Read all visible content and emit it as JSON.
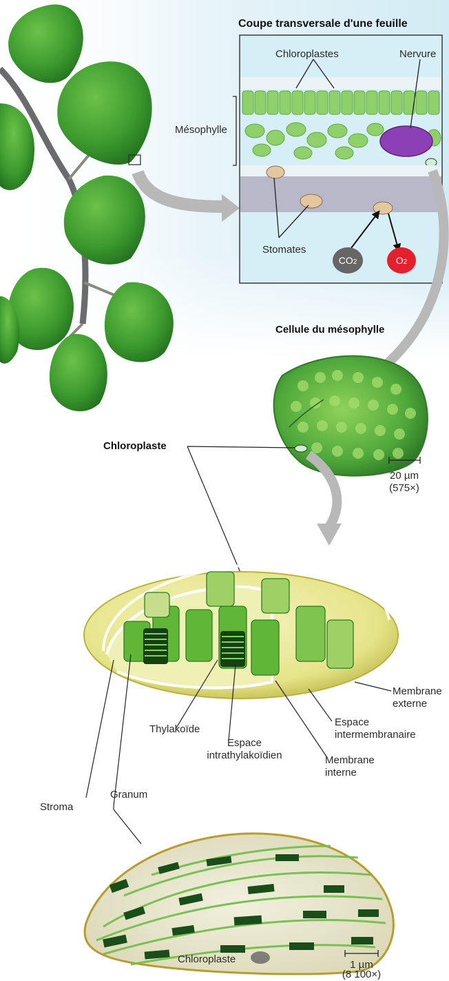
{
  "figure": {
    "leaf_section": {
      "title": "Coupe transversale d'une feuille",
      "labels": {
        "chloroplastes": "Chloroplastes",
        "nervure": "Nervure",
        "mesophylle": "Mésophylle",
        "stomates": "Stomates"
      },
      "gases": {
        "co2": {
          "base": "CO",
          "sub": "2"
        },
        "o2": {
          "base": "O",
          "sub": "2"
        }
      }
    },
    "cell": {
      "title": "Cellule du mésophylle",
      "scale_value": "20 µm",
      "scale_magnification": "(575×)"
    },
    "chloroplast_diagram": {
      "title": "Chloroplaste",
      "labels": {
        "membrane_externe_1": "Membrane",
        "membrane_externe_2": "externe",
        "espace_intermembranaire_1": "Espace",
        "espace_intermembranaire_2": "intermembranaire",
        "thylakoide": "Thylakoïde",
        "espace_intrathylakoidien_1": "Espace",
        "espace_intrathylakoidien_2": "intrathylakoïdien",
        "membrane_interne_1": "Membrane",
        "membrane_interne_2": "interne",
        "stroma": "Stroma",
        "granum": "Granum"
      }
    },
    "micrograph": {
      "caption": "Chloroplaste",
      "scale_value": "1 µm",
      "scale_magnification": "(8 100×)"
    },
    "colors": {
      "leaf_green": "#3c9a2e",
      "section_background": "#d6eef6",
      "co2_badge": "#666666",
      "o2_badge": "#e3202c",
      "arrow_grey": "#b8b8b8",
      "stroma_yellow": "#e6e79a"
    }
  }
}
